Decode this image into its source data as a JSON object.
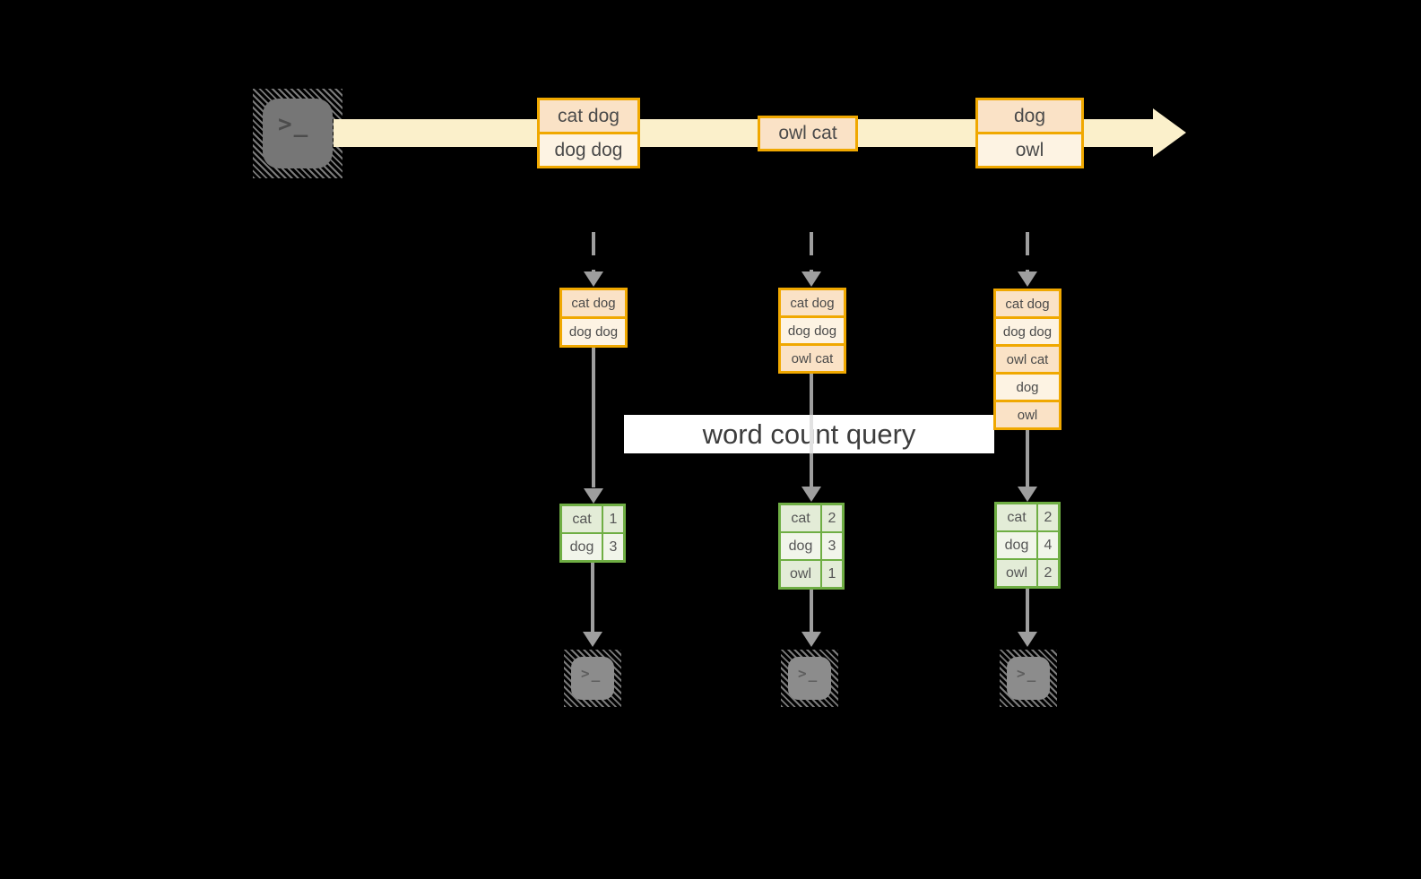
{
  "labels": {
    "query": "word count query"
  },
  "icons": {
    "terminal_prompt": ">_"
  },
  "stream": {
    "events": [
      {
        "lines": [
          "cat dog",
          "dog dog"
        ]
      },
      {
        "lines": [
          "owl cat"
        ]
      },
      {
        "lines": [
          "dog",
          "owl"
        ]
      }
    ]
  },
  "pipelines": [
    {
      "buffer": [
        "cat dog",
        "dog dog"
      ],
      "counts": [
        [
          "cat",
          "1"
        ],
        [
          "dog",
          "3"
        ]
      ]
    },
    {
      "buffer": [
        "cat dog",
        "dog dog",
        "owl cat"
      ],
      "counts": [
        [
          "cat",
          "2"
        ],
        [
          "dog",
          "3"
        ],
        [
          "owl",
          "1"
        ]
      ]
    },
    {
      "buffer": [
        "cat dog",
        "dog dog",
        "owl cat",
        "dog",
        "owl"
      ],
      "counts": [
        [
          "cat",
          "2"
        ],
        [
          "dog",
          "4"
        ],
        [
          "owl",
          "2"
        ]
      ]
    }
  ],
  "colors": {
    "background": "#000000",
    "stream_band": "#FBF0CB",
    "event_border": "#F0A800",
    "event_row_dark": "#FAE2C6",
    "event_row_light": "#FDF3E3",
    "table_border": "#6FAE44",
    "table_cell_dark": "#E3ECD7",
    "table_cell_light": "#F1F5EA",
    "arrow_gray": "#9E9E9E",
    "query_band": "#FFFFFF"
  }
}
